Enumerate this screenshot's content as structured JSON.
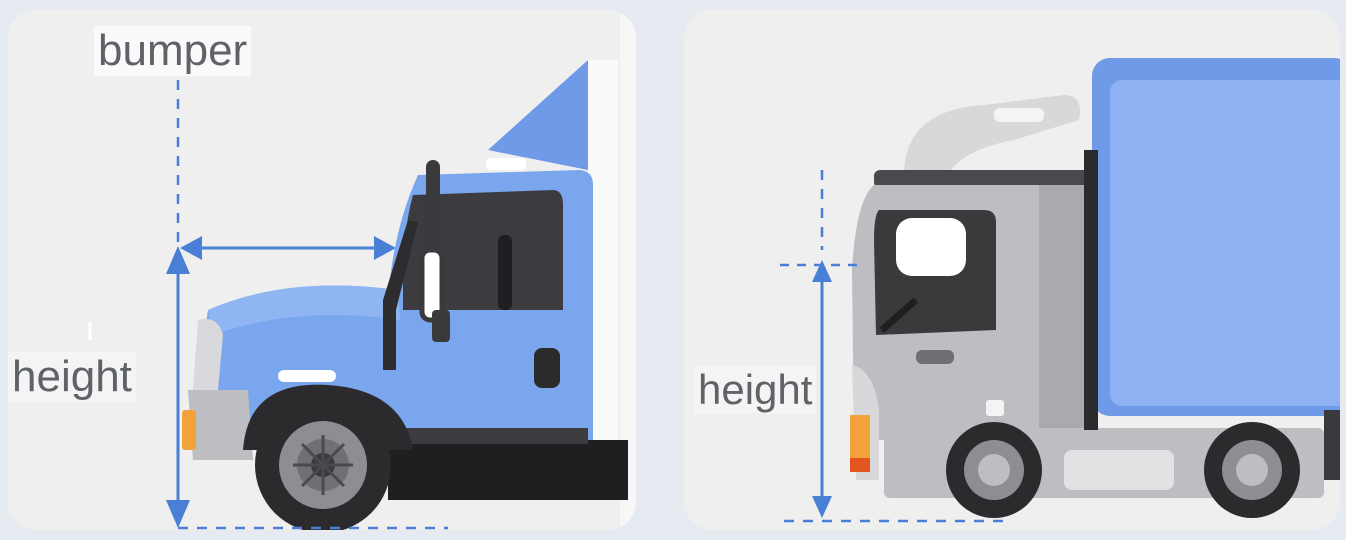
{
  "left_panel": {
    "bumper_label": "bumper",
    "height_label": "height"
  },
  "right_panel": {
    "height_label": "height"
  },
  "colors": {
    "truck_blue": "#7aa6ee",
    "truck_blue_dark": "#5e8be0",
    "box_blue": "#8db1f3",
    "cab_grey": "#c8c8cc",
    "measure_line": "#4a7fd6",
    "tire": "#2b2b2e",
    "background": "#efefef"
  }
}
